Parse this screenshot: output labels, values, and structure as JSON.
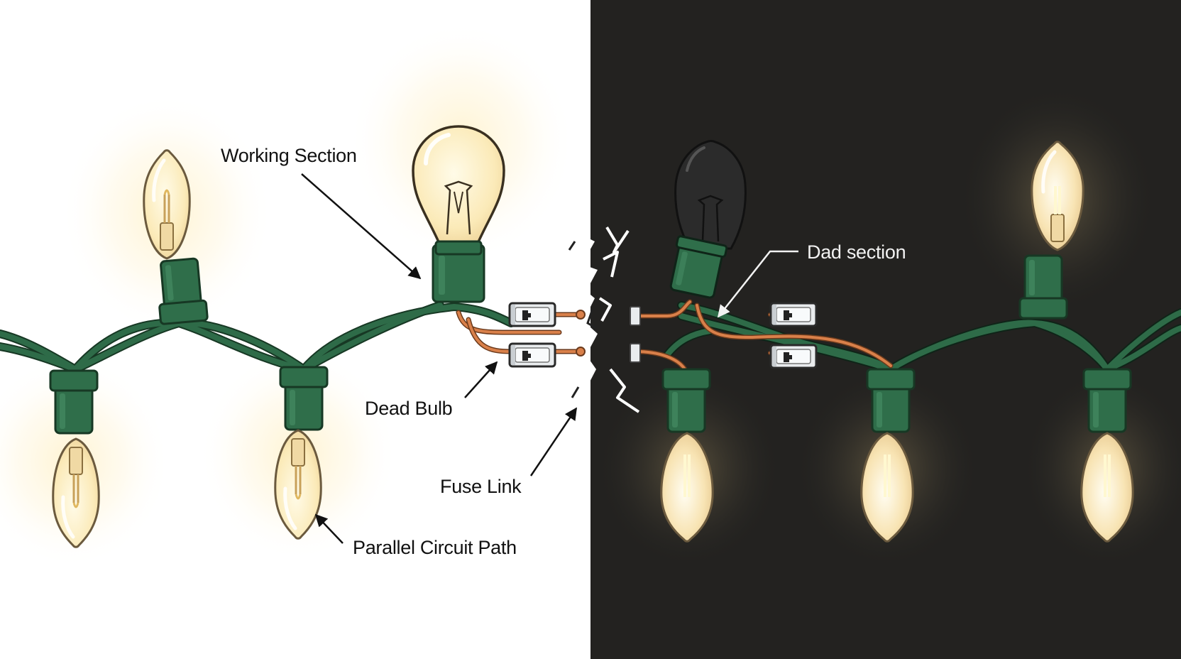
{
  "labels": {
    "working_section": "Working Section",
    "dead_bulb": "Dead Bulb",
    "fuse_link": "Fuse Link",
    "parallel_circuit_path": "Parallel Circuit Path",
    "dad_section": "Dad section"
  },
  "colors": {
    "left_background": "#ffffff",
    "right_background": "#232220",
    "wire_green": "#2e6b48",
    "socket_green": "#2f6e4a",
    "copper_wire": "#d9804a",
    "bulb_lit": "#fbeec2",
    "bulb_dead": "#2b2b2b",
    "glow": "#fff0c4"
  },
  "icons": {
    "bulb": "light-bulb-icon",
    "fuse": "fuse-icon",
    "break": "lightning-crack-icon",
    "arrow": "arrow-pointer-icon"
  }
}
